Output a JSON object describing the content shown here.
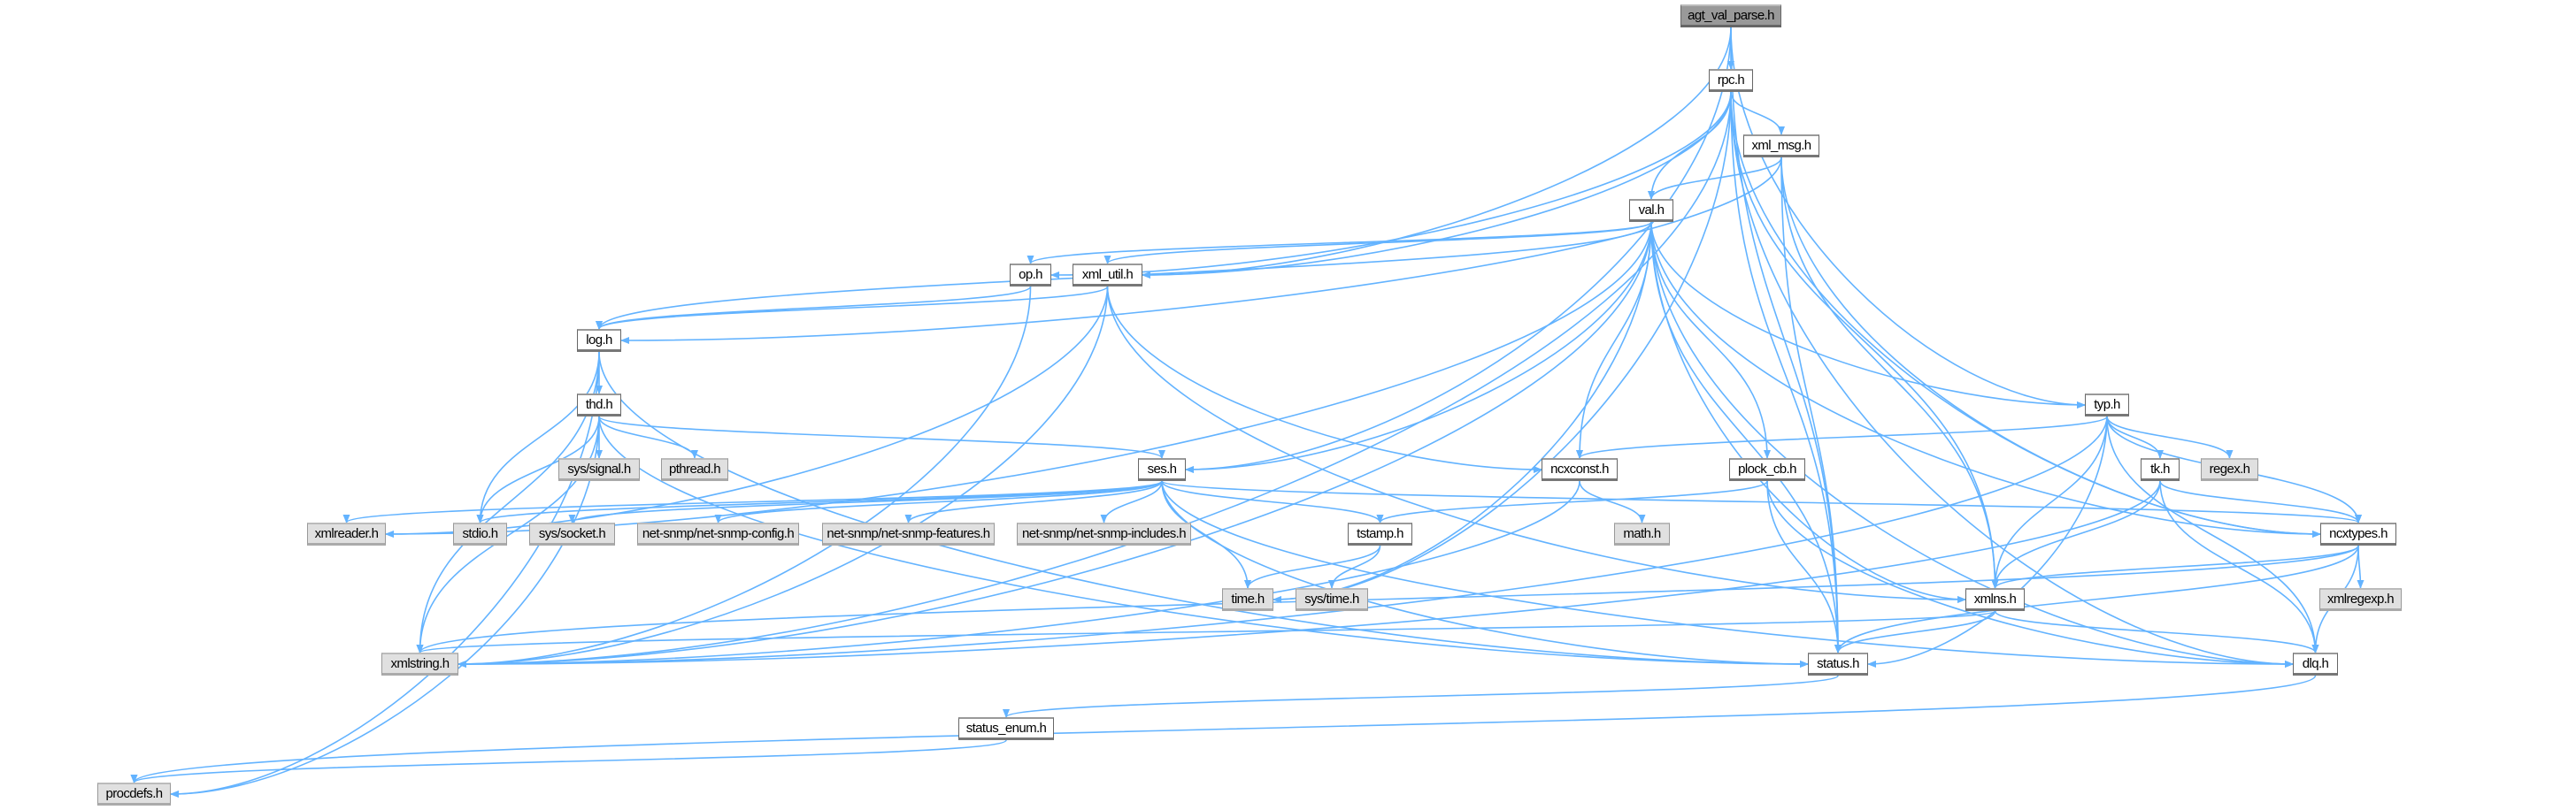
{
  "graph": {
    "edge_color": "#63b3ff",
    "nodes": [
      {
        "label": "agt_val_parse.h",
        "kind": "current"
      },
      {
        "label": "rpc.h",
        "kind": "internal"
      },
      {
        "label": "xml_msg.h",
        "kind": "internal"
      },
      {
        "label": "val.h",
        "kind": "internal"
      },
      {
        "label": "op.h",
        "kind": "internal"
      },
      {
        "label": "xml_util.h",
        "kind": "internal"
      },
      {
        "label": "log.h",
        "kind": "internal"
      },
      {
        "label": "thd.h",
        "kind": "internal"
      },
      {
        "label": "typ.h",
        "kind": "internal"
      },
      {
        "label": "sys/signal.h",
        "kind": "external"
      },
      {
        "label": "pthread.h",
        "kind": "external"
      },
      {
        "label": "ses.h",
        "kind": "internal"
      },
      {
        "label": "ncxconst.h",
        "kind": "internal"
      },
      {
        "label": "plock_cb.h",
        "kind": "internal"
      },
      {
        "label": "tk.h",
        "kind": "internal"
      },
      {
        "label": "regex.h",
        "kind": "external"
      },
      {
        "label": "xmlreader.h",
        "kind": "external"
      },
      {
        "label": "stdio.h",
        "kind": "external"
      },
      {
        "label": "sys/socket.h",
        "kind": "external"
      },
      {
        "label": "net-snmp/net-snmp-config.h",
        "kind": "external"
      },
      {
        "label": "net-snmp/net-snmp-features.h",
        "kind": "external"
      },
      {
        "label": "net-snmp/net-snmp-includes.h",
        "kind": "external"
      },
      {
        "label": "tstamp.h",
        "kind": "internal"
      },
      {
        "label": "math.h",
        "kind": "external"
      },
      {
        "label": "ncxtypes.h",
        "kind": "internal"
      },
      {
        "label": "time.h",
        "kind": "external"
      },
      {
        "label": "sys/time.h",
        "kind": "external"
      },
      {
        "label": "xmlns.h",
        "kind": "internal"
      },
      {
        "label": "xmlregexp.h",
        "kind": "external"
      },
      {
        "label": "xmlstring.h",
        "kind": "external"
      },
      {
        "label": "status.h",
        "kind": "internal"
      },
      {
        "label": "dlq.h",
        "kind": "internal"
      },
      {
        "label": "status_enum.h",
        "kind": "internal"
      },
      {
        "label": "procdefs.h",
        "kind": "external"
      }
    ],
    "edges": [
      [
        0,
        1
      ],
      [
        0,
        5
      ],
      [
        0,
        11
      ],
      [
        0,
        8
      ],
      [
        0,
        30
      ],
      [
        1,
        2
      ],
      [
        1,
        3
      ],
      [
        1,
        4
      ],
      [
        1,
        5
      ],
      [
        1,
        29
      ],
      [
        1,
        25
      ],
      [
        1,
        27
      ],
      [
        1,
        24
      ],
      [
        1,
        31
      ],
      [
        1,
        30
      ],
      [
        2,
        3
      ],
      [
        2,
        30
      ],
      [
        2,
        27
      ],
      [
        2,
        24
      ],
      [
        2,
        6
      ],
      [
        3,
        4
      ],
      [
        3,
        5
      ],
      [
        3,
        6
      ],
      [
        3,
        11
      ],
      [
        3,
        25
      ],
      [
        3,
        12
      ],
      [
        3,
        13
      ],
      [
        3,
        30
      ],
      [
        3,
        27
      ],
      [
        3,
        8
      ],
      [
        3,
        24
      ],
      [
        3,
        31
      ],
      [
        3,
        29
      ],
      [
        3,
        16
      ],
      [
        4,
        29
      ],
      [
        4,
        6
      ],
      [
        5,
        6
      ],
      [
        5,
        29
      ],
      [
        5,
        12
      ],
      [
        5,
        27
      ],
      [
        5,
        16
      ],
      [
        6,
        7
      ],
      [
        6,
        17
      ],
      [
        6,
        29
      ],
      [
        6,
        33
      ],
      [
        6,
        30
      ],
      [
        7,
        9
      ],
      [
        7,
        10
      ],
      [
        7,
        11
      ],
      [
        7,
        17
      ],
      [
        7,
        29
      ],
      [
        7,
        33
      ],
      [
        7,
        30
      ],
      [
        11,
        16
      ],
      [
        11,
        17
      ],
      [
        11,
        18
      ],
      [
        11,
        19
      ],
      [
        11,
        20
      ],
      [
        11,
        21
      ],
      [
        11,
        25
      ],
      [
        11,
        22
      ],
      [
        11,
        30
      ],
      [
        11,
        24
      ],
      [
        11,
        31
      ],
      [
        22,
        26
      ],
      [
        22,
        25
      ],
      [
        12,
        23
      ],
      [
        12,
        29
      ],
      [
        13,
        22
      ],
      [
        13,
        30
      ],
      [
        13,
        31
      ],
      [
        8,
        12
      ],
      [
        8,
        14
      ],
      [
        8,
        15
      ],
      [
        8,
        24
      ],
      [
        8,
        27
      ],
      [
        8,
        30
      ],
      [
        8,
        29
      ],
      [
        8,
        31
      ],
      [
        14,
        24
      ],
      [
        14,
        27
      ],
      [
        14,
        29
      ],
      [
        14,
        31
      ],
      [
        24,
        28
      ],
      [
        24,
        27
      ],
      [
        24,
        29
      ],
      [
        24,
        31
      ],
      [
        24,
        30
      ],
      [
        27,
        29
      ],
      [
        27,
        30
      ],
      [
        27,
        31
      ],
      [
        30,
        32
      ],
      [
        32,
        33
      ],
      [
        31,
        33
      ]
    ]
  }
}
